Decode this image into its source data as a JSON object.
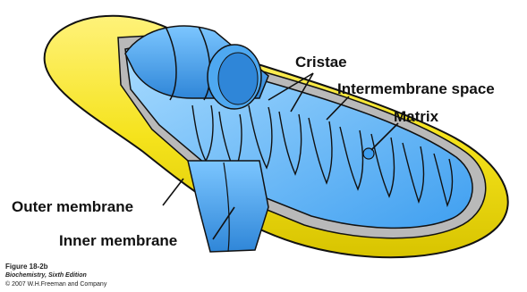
{
  "labels": {
    "cristae": "Cristae",
    "intermembrane_space": "Intermembrane space",
    "matrix": "Matrix",
    "outer_membrane": "Outer membrane",
    "inner_membrane": "Inner membrane"
  },
  "caption": {
    "figure": "Figure 18-2b",
    "book": "Biochemistry, Sixth Edition",
    "copyright": "© 2007 W.H.Freeman and Company"
  },
  "colors": {
    "outer_membrane": "#f5e31c",
    "outer_membrane_dark": "#c9b800",
    "inner_membrane": "#3f9ff0",
    "inner_membrane_light": "#8fd0ff",
    "intermembrane_space": "#b9b9b9",
    "outline": "#111111"
  }
}
